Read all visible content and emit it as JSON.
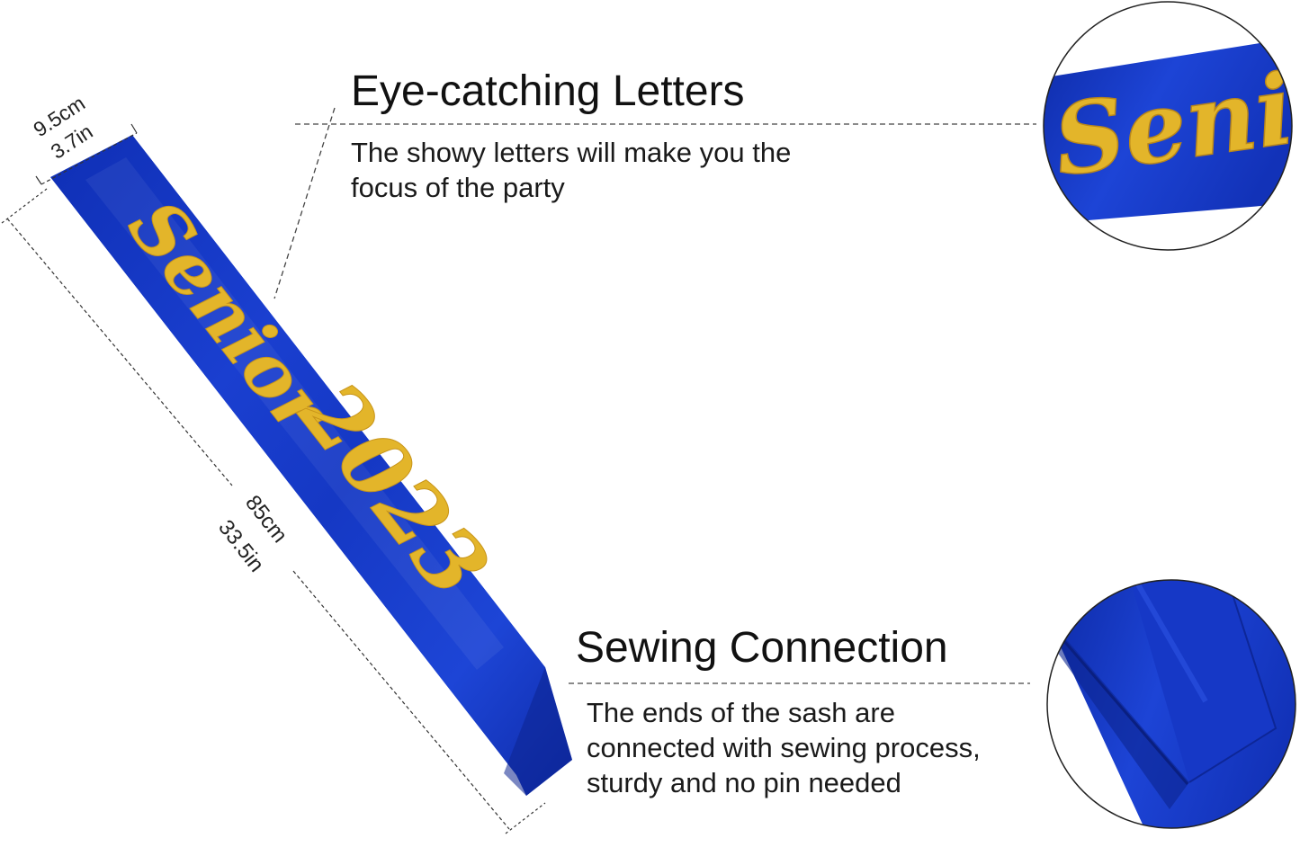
{
  "dimensions": {
    "width_cm": "9.5cm",
    "width_in": "3.7in",
    "length_cm": "85cm",
    "length_in": "33.5in"
  },
  "sash": {
    "word": "Senior",
    "year": "2023",
    "zoom_word": "Seni",
    "fabric_color": "#1436c2",
    "letter_color": "#e3b52a"
  },
  "feature_letters": {
    "title": "Eye-catching Letters",
    "lines": [
      "The showy letters will make you the",
      "focus of the party"
    ]
  },
  "feature_sewing": {
    "title": "Sewing Connection",
    "lines": [
      "The ends of the sash are",
      "connected with sewing process,",
      "sturdy and no pin needed"
    ]
  }
}
